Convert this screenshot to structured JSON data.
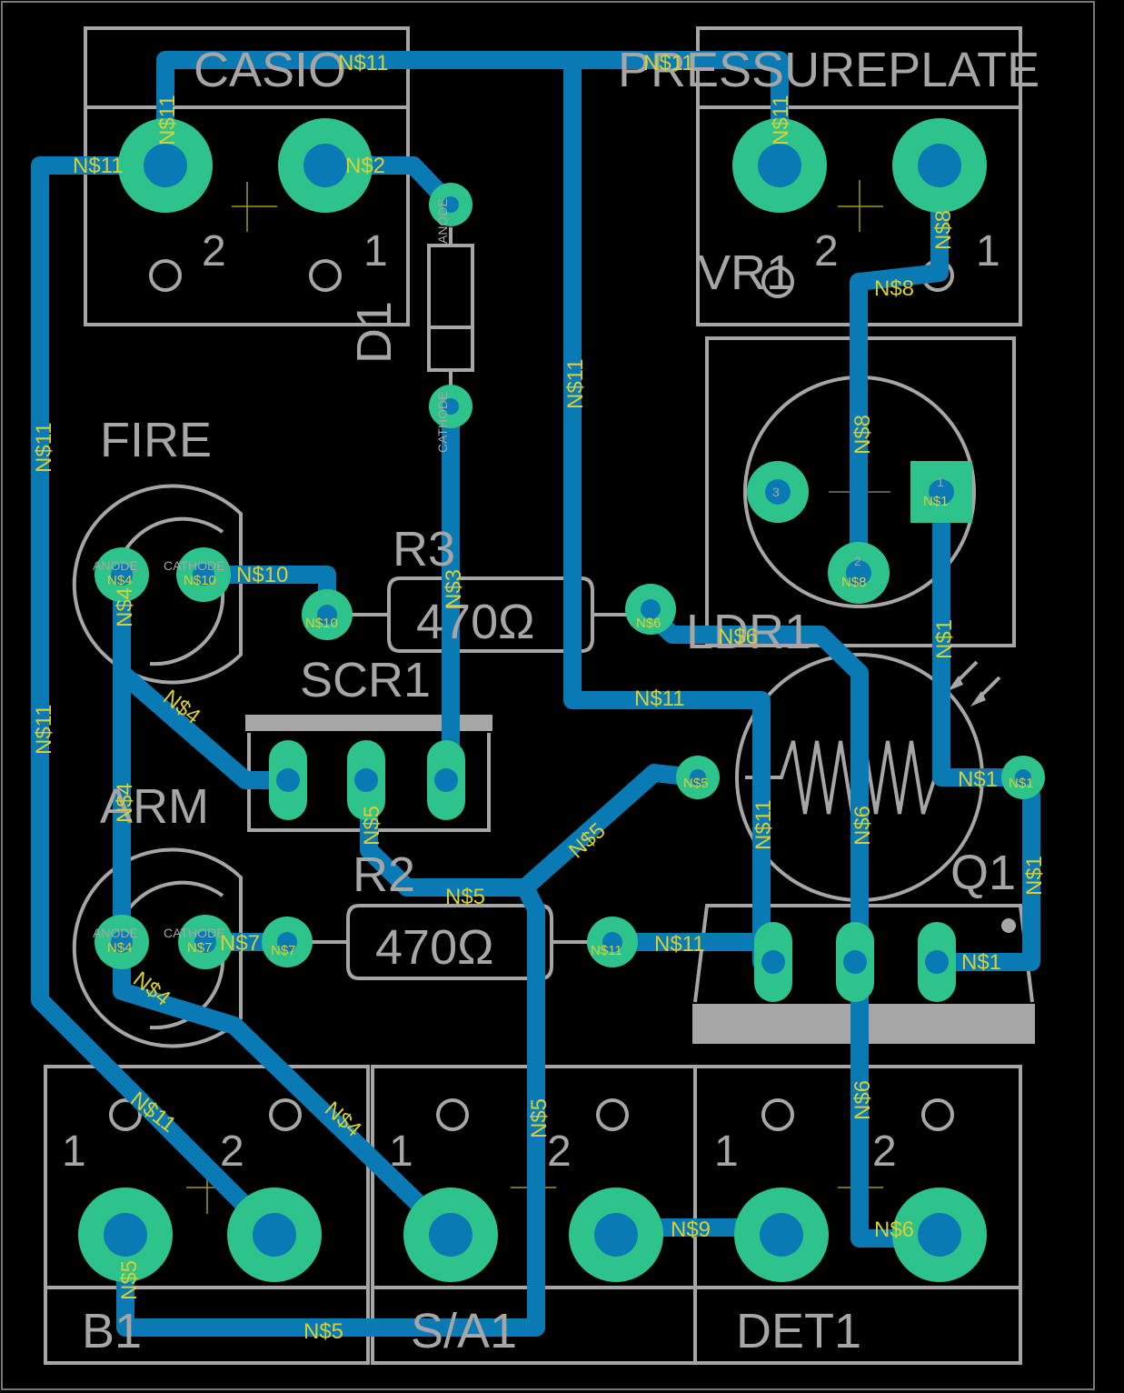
{
  "labels": {
    "casio": "CASIO",
    "pressureplate": "PRESSUREPLATE",
    "vr1": "VR1",
    "d1": "D1",
    "fire": "FIRE",
    "r3": "R3",
    "r3_value": "470Ω",
    "scr1": "SCR1",
    "ldr1": "LDR1",
    "arm": "ARM",
    "r2": "R2",
    "r2_value": "470Ω",
    "q1": "Q1",
    "b1": "B1",
    "sa1": "S/A1",
    "det1": "DET1"
  },
  "pin_numbers": {
    "one": "1",
    "two": "2",
    "three": "3"
  },
  "pad_text": {
    "anode": "ANODE",
    "cathode": "CATHODE"
  },
  "nets": {
    "n1": "N$1",
    "n2": "N$2",
    "n3": "N$3",
    "n4": "N$4",
    "n5": "N$5",
    "n6": "N$6",
    "n7": "N$7",
    "n8": "N$8",
    "n9": "N$9",
    "n10": "N$10",
    "n11": "N$11"
  },
  "colors": {
    "background": "#000000",
    "trace": "#0a7ab5",
    "pad": "#2ec38a",
    "silkscreen": "#a6a6a6",
    "net_label": "#d8cf34"
  }
}
